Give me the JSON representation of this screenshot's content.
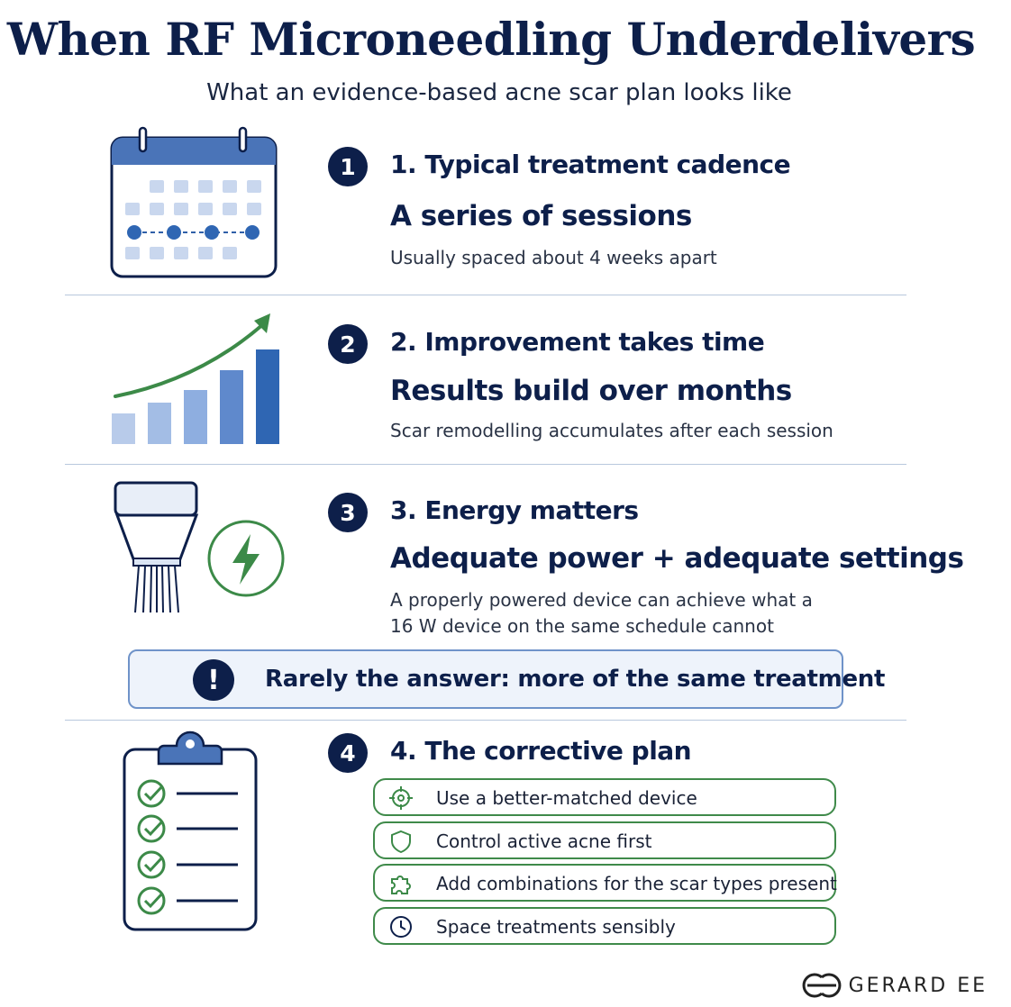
{
  "header": {
    "title": "When RF Microneedling Underdelivers",
    "subtitle": "What an evidence-based acne scar plan looks like"
  },
  "sections": [
    {
      "number": "1",
      "heading": "1. Typical treatment cadence",
      "headline": "A series of sessions",
      "description": "Usually spaced about 4 weeks apart",
      "icon": "calendar-icon"
    },
    {
      "number": "2",
      "heading": "2. Improvement takes time",
      "headline": "Results build over months",
      "description": "Scar remodelling accumulates after each session",
      "icon": "growth-chart-icon"
    },
    {
      "number": "3",
      "heading": "3. Energy matters",
      "headline": "Adequate power + adequate settings",
      "description_line1": "A properly powered device can achieve what a",
      "description_line2": "16 W device on the same schedule cannot",
      "icon": "rf-handpiece-icon"
    },
    {
      "number": "4",
      "heading": "4. The corrective plan",
      "icon": "clipboard-checklist-icon"
    }
  ],
  "callout": {
    "icon_text": "!",
    "text": "Rarely the answer: more of the same treatment"
  },
  "plan_items": [
    {
      "label": "Use a better-matched device",
      "icon": "target-icon"
    },
    {
      "label": "Control active acne first",
      "icon": "shield-icon"
    },
    {
      "label": "Add combinations for the scar types present",
      "icon": "puzzle-icon"
    },
    {
      "label": "Space treatments sensibly",
      "icon": "clock-icon"
    }
  ],
  "brand": {
    "name": "GERARD EE"
  },
  "colors": {
    "navy": "#0d1f4a",
    "blue": "#3a6fb8",
    "light_blue": "#a9c2e6",
    "green": "#3f8a4a"
  }
}
